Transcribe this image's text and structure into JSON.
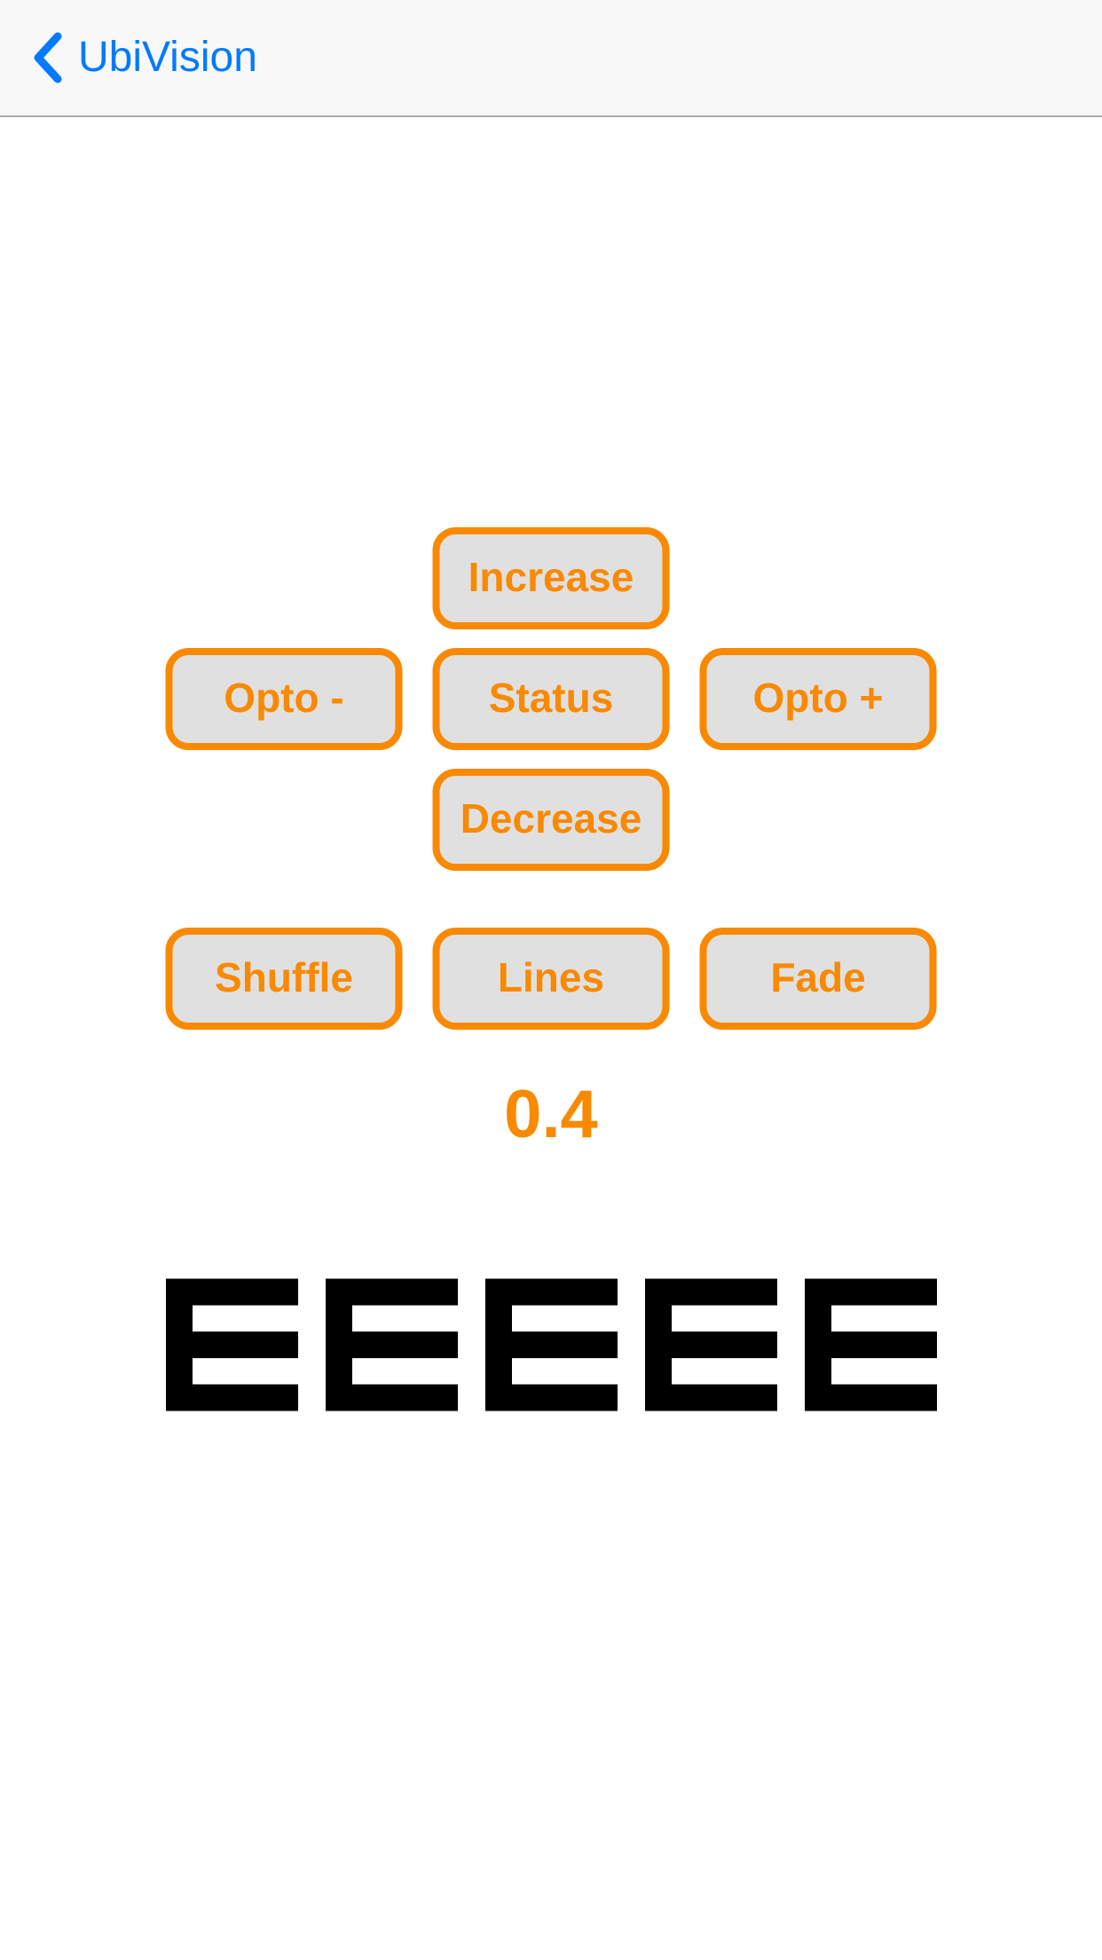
{
  "nav": {
    "back_label": "UbiVision"
  },
  "controls": {
    "increase": "Increase",
    "opto_minus": "Opto -",
    "status": "Status",
    "opto_plus": "Opto +",
    "decrease": "Decrease",
    "shuffle": "Shuffle",
    "lines": "Lines",
    "fade": "Fade"
  },
  "acuity": {
    "value": "0.4"
  },
  "optotypes": {
    "letters": [
      "E",
      "E",
      "E",
      "E",
      "E"
    ]
  },
  "colors": {
    "accent_blue": "#007aff",
    "accent_orange": "#f98900",
    "button_fill": "#e0e0e0",
    "optotype_color": "#000000",
    "nav_bg": "#f8f8f8",
    "nav_border": "#ababab"
  }
}
